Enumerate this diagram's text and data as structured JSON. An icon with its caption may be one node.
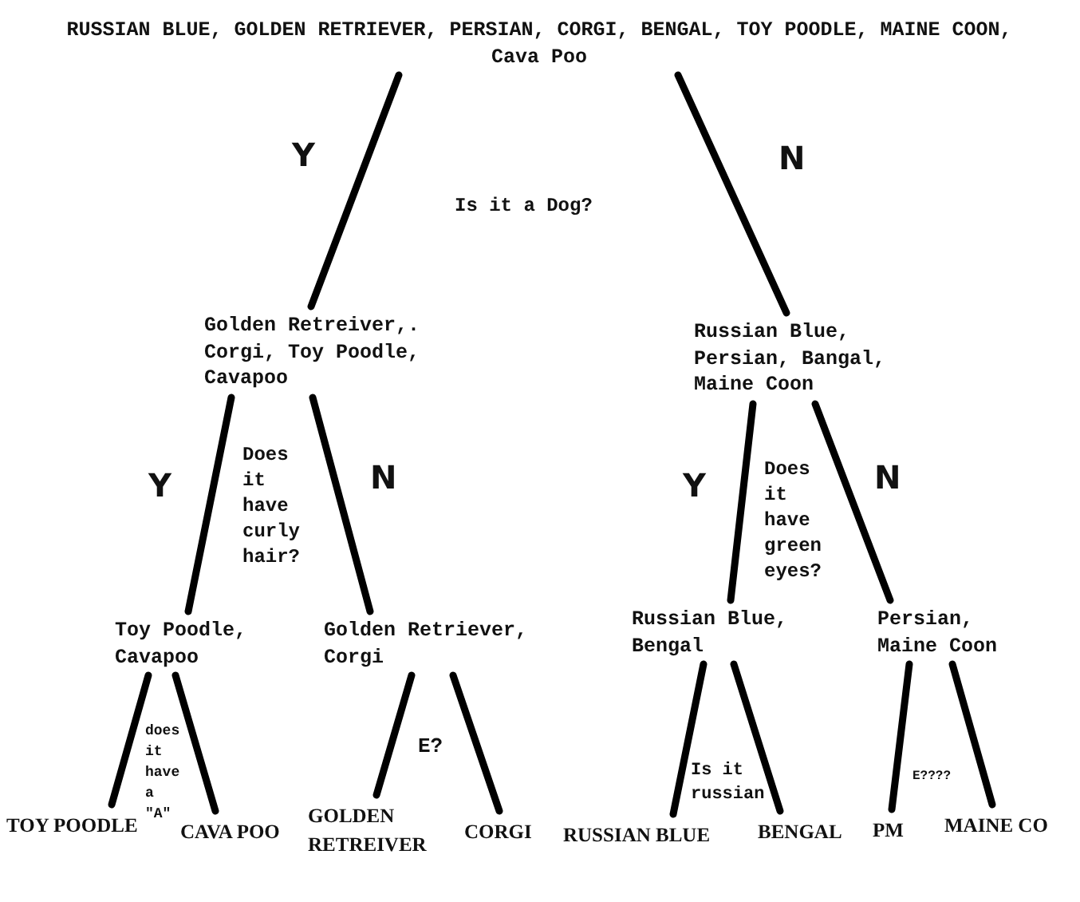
{
  "diagram": {
    "nodes": [
      {
        "text": [
          "RUSSIAN BLUE, GOLDEN RETRIEVER, PERSIAN, CORGI, BENGAL, TOY POODLE, MAINE COON, Cava Poo"
        ]
      },
      {
        "text": [
          "Golden Retreiver,. Corgi, Toy Poodle, Cavapoo"
        ]
      },
      {
        "text": [
          "Russian Blue, Persian, Bangal, Maine Coon"
        ]
      },
      {
        "text": [
          "Toy Poodle, Cavapoo"
        ]
      },
      {
        "text": [
          "Golden Retriever, Corgi"
        ]
      },
      {
        "text": [
          "Russian Blue, Bengal"
        ]
      },
      {
        "text": [
          "Persian, Maine Coon"
        ]
      },
      {
        "text": [
          "TOY POODLE"
        ]
      },
      {
        "text": [
          "CAVA POO"
        ]
      },
      {
        "text": [
          "GOLDEN RETREIVER"
        ]
      },
      {
        "text": [
          "CORGI"
        ]
      },
      {
        "text": [
          "RUSSIAN BLUE"
        ]
      },
      {
        "text": [
          "BENGAL"
        ]
      },
      {
        "text": [
          "PM"
        ]
      },
      {
        "text": [
          "MAINE CO"
        ]
      }
    ],
    "edges": [
      {
        "from": 0,
        "to": 1,
        "arrow": "none",
        "label": "Y"
      },
      {
        "from": 0,
        "to": 2,
        "arrow": "none",
        "label": "N"
      },
      {
        "from": 1,
        "to": 3,
        "arrow": "none",
        "label": "Y"
      },
      {
        "from": 1,
        "to": 4,
        "arrow": "none",
        "label": "N"
      },
      {
        "from": 2,
        "to": 5,
        "arrow": "none",
        "label": "Y"
      },
      {
        "from": 2,
        "to": 6,
        "arrow": "none",
        "label": "N"
      },
      {
        "from": 3,
        "to": 7,
        "arrow": "none"
      },
      {
        "from": 3,
        "to": 8,
        "arrow": "none"
      },
      {
        "from": 4,
        "to": 9,
        "arrow": "none"
      },
      {
        "from": 4,
        "to": 10,
        "arrow": "none"
      },
      {
        "from": 5,
        "to": 11,
        "arrow": "none"
      },
      {
        "from": 5,
        "to": 12,
        "arrow": "none"
      },
      {
        "from": 6,
        "to": 13,
        "arrow": "none"
      },
      {
        "from": 6,
        "to": 14,
        "arrow": "none"
      }
    ],
    "labels": [
      "Is it a Dog?",
      "Does it have curly hair?",
      "Does it have green eyes?",
      "does it have a \"A\"",
      "E?",
      "Is it russian",
      "E????"
    ]
  }
}
